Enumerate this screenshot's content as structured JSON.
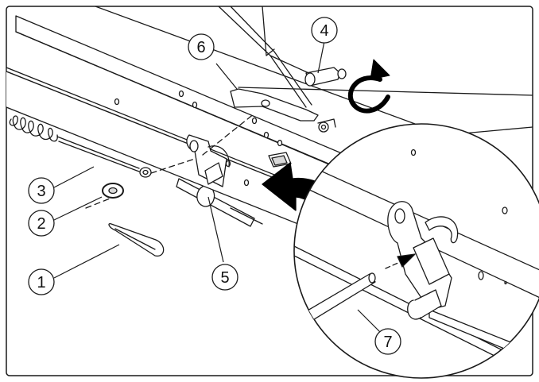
{
  "colors": {
    "line": "#1a1a1a",
    "shade": "#d9d9d9",
    "arrow": "#000000",
    "background": "#ffffff"
  },
  "callouts": {
    "c1": "1",
    "c2": "2",
    "c3": "3",
    "c4": "4",
    "c5": "5",
    "c6": "6",
    "c7": "7"
  },
  "icons": [
    "rotate-arrow-icon",
    "curved-arrow-icon"
  ]
}
